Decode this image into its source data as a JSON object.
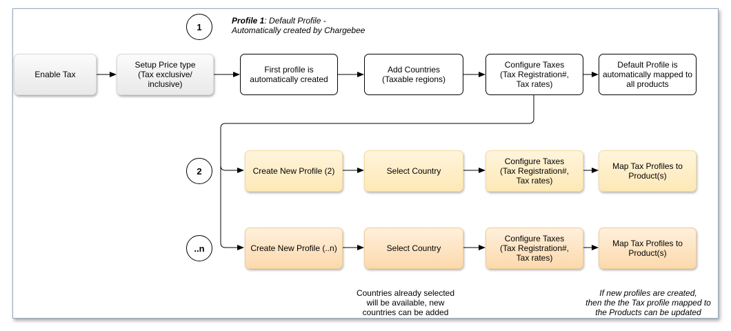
{
  "notes": {
    "profile_bold": "Profile 1",
    "profile_line1": ": Default Profile -",
    "profile_line2": "Automatically created by Chargebee",
    "countries": "Countries already selected\nwill be available, new\ncountries can be added",
    "profiles_update": "If new profiles are created,\nthen the the Tax profile mapped to\nthe Products can be updated"
  },
  "circles": {
    "c1": "1",
    "c2": "2",
    "cn": "..n"
  },
  "row1": {
    "enable_tax": "Enable Tax",
    "price_type": "Setup Price type\n(Tax exclusive/ inclusive)",
    "first_profile": "First profile is\nautomatically created",
    "add_countries": "Add Countries\n(Taxable regions)",
    "configure_taxes": "Configure Taxes\n(Tax Registration#,\nTax rates)",
    "default_profile": "Default Profile is\nautomatically mapped to\nall products"
  },
  "row2": {
    "create_profile": "Create New Profile (2)",
    "select_country": "Select Country",
    "configure_taxes": "Configure Taxes\n(Tax Registration#,\nTax rates)",
    "map_profiles": "Map Tax Profiles to\nProduct(s)"
  },
  "row3": {
    "create_profile": "Create New Profile (..n)",
    "select_country": "Select Country",
    "configure_taxes": "Configure Taxes\n(Tax Registration#,\nTax rates)",
    "map_profiles": "Map Tax Profiles to\nProduct(s)"
  }
}
